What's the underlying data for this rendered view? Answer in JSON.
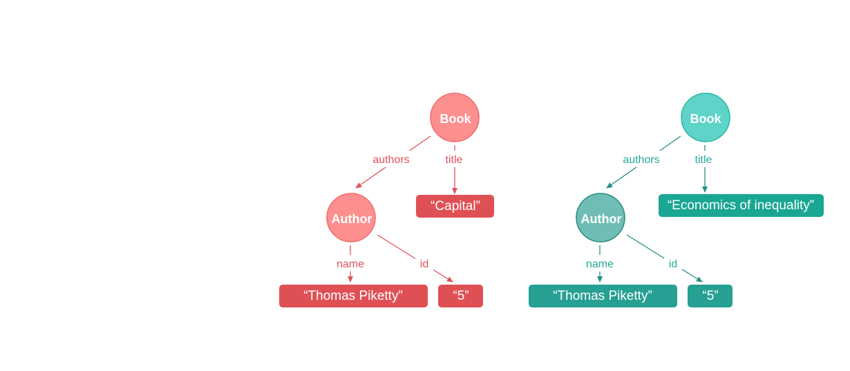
{
  "colors": {
    "red_circle_fill": "#fd8f8f",
    "red_circle_stroke": "#f06a6a",
    "red_box": "#df5055",
    "red_line": "#e0525a",
    "teal_circle_fill": "#5ed3c7",
    "teal_circle_stroke": "#2bb5a6",
    "teal_author_fill": "#6fbdb4",
    "teal_author_stroke": "#238b80",
    "teal_box_light": "#19a692",
    "teal_box": "#26a093",
    "teal_line": "#238f84"
  },
  "left_tree": {
    "book": "Book",
    "author": "Author",
    "edges": {
      "authors": "authors",
      "title": "title",
      "name": "name",
      "id": "id"
    },
    "values": {
      "title": "“Capital”",
      "name": "“Thomas Piketty”",
      "id": "“5”"
    }
  },
  "right_tree": {
    "book": "Book",
    "author": "Author",
    "edges": {
      "authors": "authors",
      "title": "title",
      "name": "name",
      "id": "id"
    },
    "values": {
      "title": "“Economics of inequality”",
      "name": "“Thomas Piketty”",
      "id": "“5”"
    }
  }
}
